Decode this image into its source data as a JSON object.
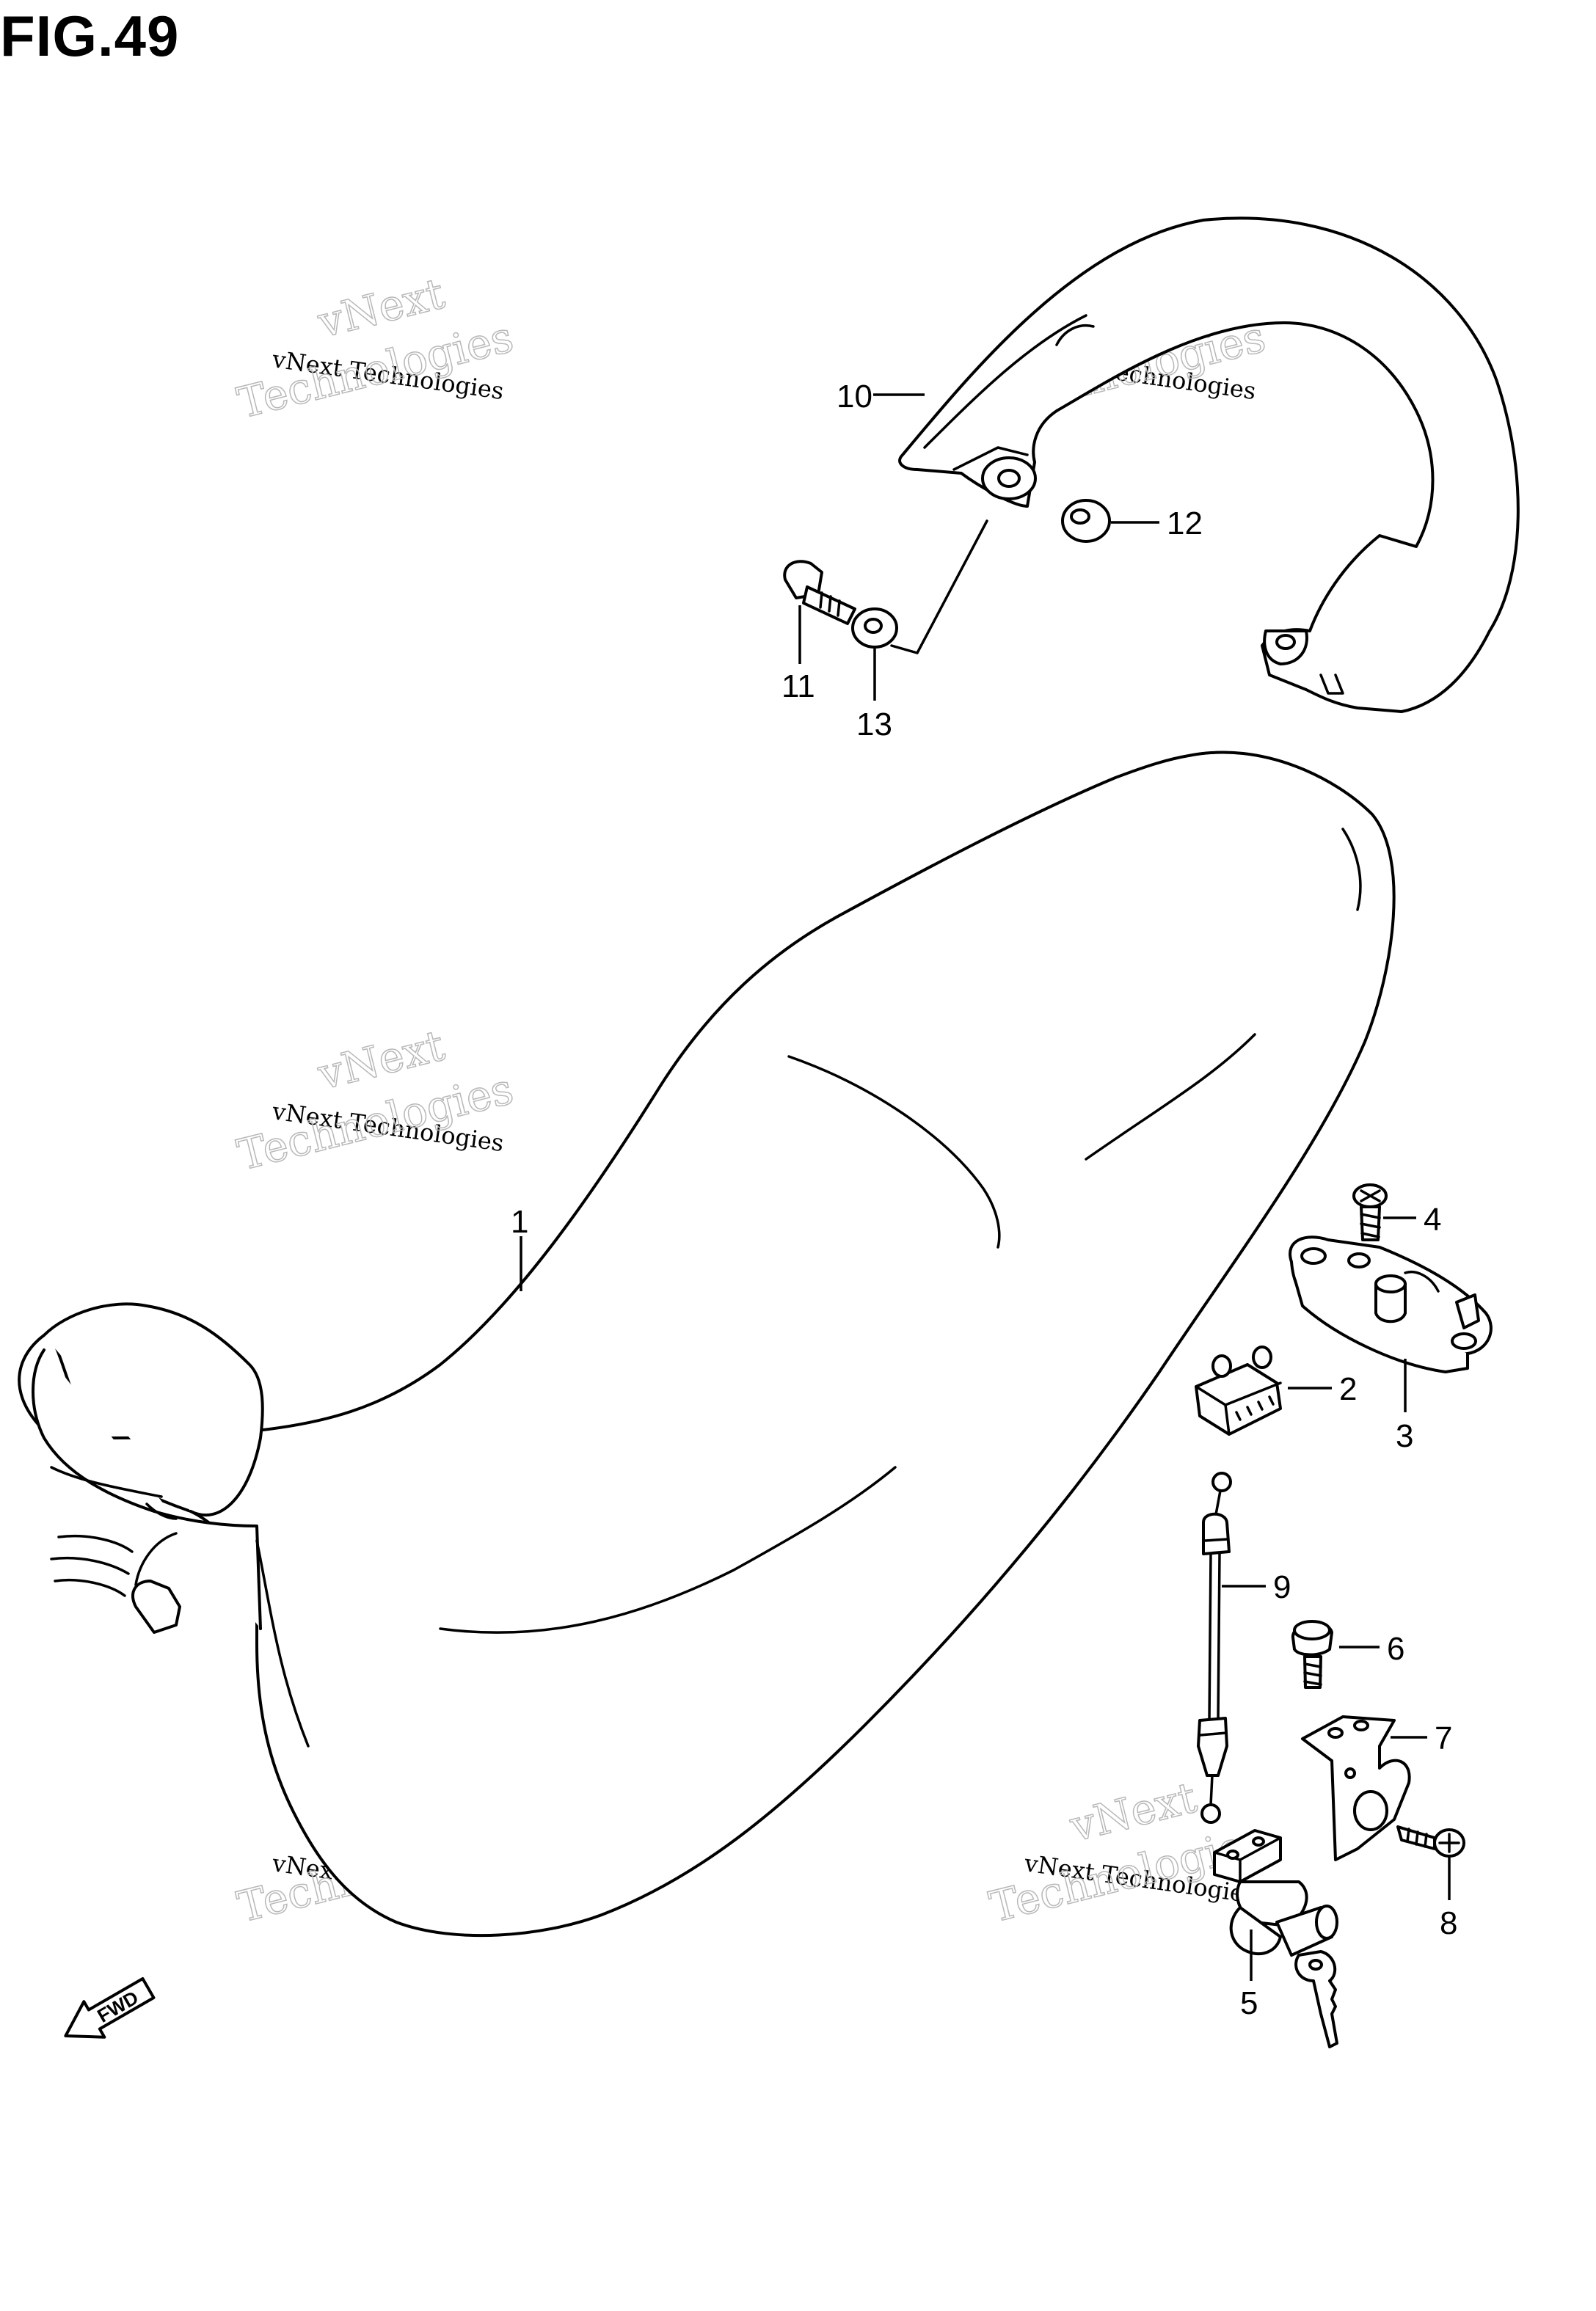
{
  "figure_title": "FIG.49",
  "callouts": [
    "1",
    "2",
    "3",
    "4",
    "5",
    "6",
    "7",
    "8",
    "9",
    "10",
    "11",
    "12",
    "13"
  ],
  "watermark": {
    "line1": "vNext",
    "line2": "vNext Technologies",
    "line3": "Technologies"
  },
  "fwd_label": "FWD"
}
